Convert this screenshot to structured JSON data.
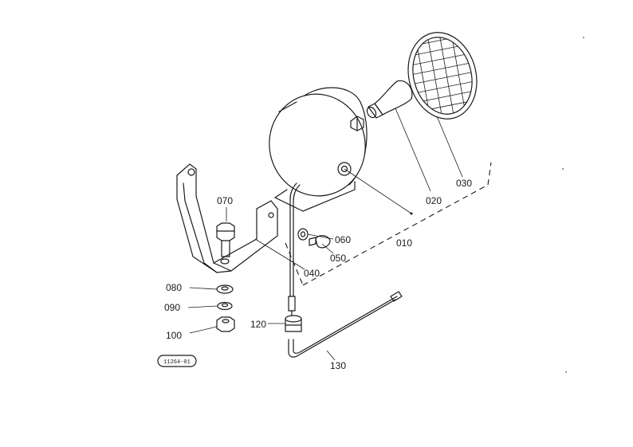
{
  "drawing_code": "11264-01",
  "parts": [
    {
      "id": "p010",
      "label": "010"
    },
    {
      "id": "p020",
      "label": "020"
    },
    {
      "id": "p030",
      "label": "030"
    },
    {
      "id": "p040",
      "label": "040"
    },
    {
      "id": "p050",
      "label": "050"
    },
    {
      "id": "p060",
      "label": "060"
    },
    {
      "id": "p070",
      "label": "070"
    },
    {
      "id": "p080",
      "label": "080"
    },
    {
      "id": "p090",
      "label": "090"
    },
    {
      "id": "p100",
      "label": "100"
    },
    {
      "id": "p120",
      "label": "120"
    },
    {
      "id": "p130",
      "label": "130"
    }
  ]
}
